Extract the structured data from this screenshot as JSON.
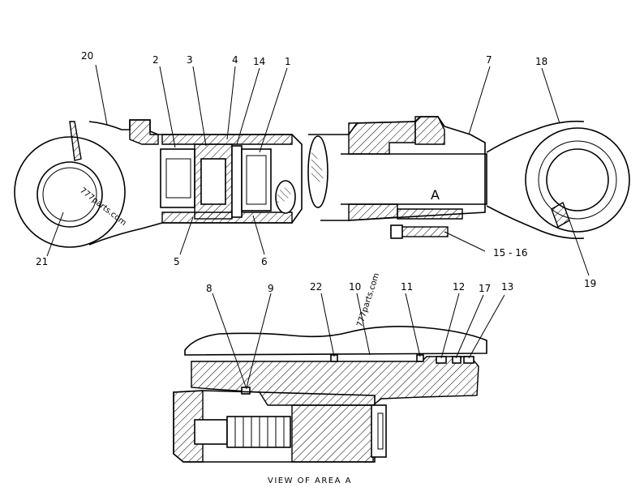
{
  "callouts": {
    "c20": "20",
    "c2": "2",
    "c3": "3",
    "c4": "4",
    "c14": "14",
    "c1": "1",
    "c7": "7",
    "c18": "18",
    "c21": "21",
    "c5": "5",
    "c6": "6",
    "c15_16": "15 - 16",
    "c19": "19",
    "c8": "8",
    "c9": "9",
    "c22": "22",
    "c10": "10",
    "c11": "11",
    "c12": "12",
    "c17": "17",
    "c13": "13"
  },
  "area_marker": "A",
  "caption": "VIEW OF AREA A",
  "watermarks": [
    "777parts.com",
    "777parts.com"
  ]
}
